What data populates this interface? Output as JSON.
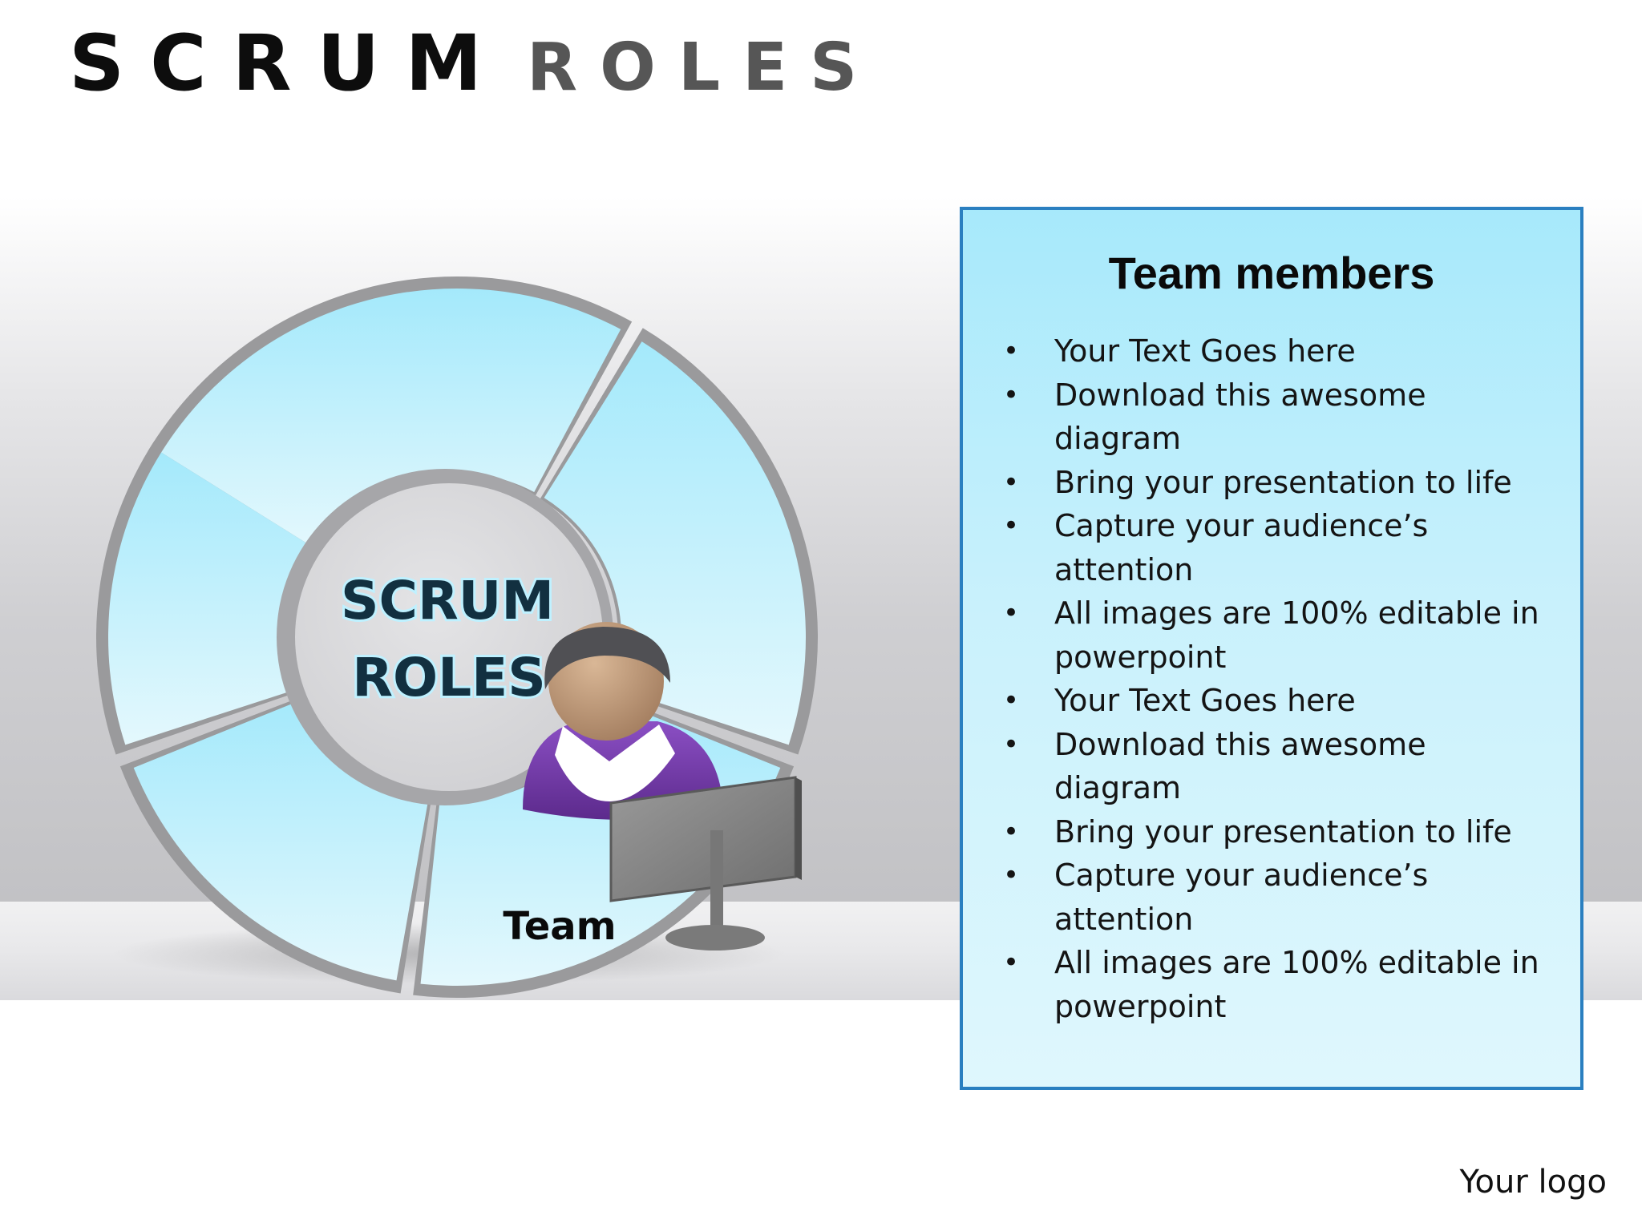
{
  "title": {
    "part1": "SCRUM",
    "part2": "ROLES"
  },
  "diagram": {
    "center_line1": "SCRUM",
    "center_line2": "ROLES",
    "segment_label": "Team"
  },
  "panel": {
    "title": "Team members",
    "items": [
      "Your Text Goes here",
      "Download this awesome diagram",
      "Bring your presentation to life",
      "Capture your audience’s attention",
      "All images are 100% editable in powerpoint",
      "Your Text Goes here",
      "Download this awesome diagram",
      "Bring your presentation to life",
      "Capture your audience’s attention",
      "All images are 100% editable in powerpoint"
    ]
  },
  "logo": "Your logo",
  "colors": {
    "panel_border": "#2a7fc0",
    "segment_fill": "#bdeefc",
    "ring_gap": "#9a9a9c",
    "person_shirt": "#7a3fb0"
  }
}
